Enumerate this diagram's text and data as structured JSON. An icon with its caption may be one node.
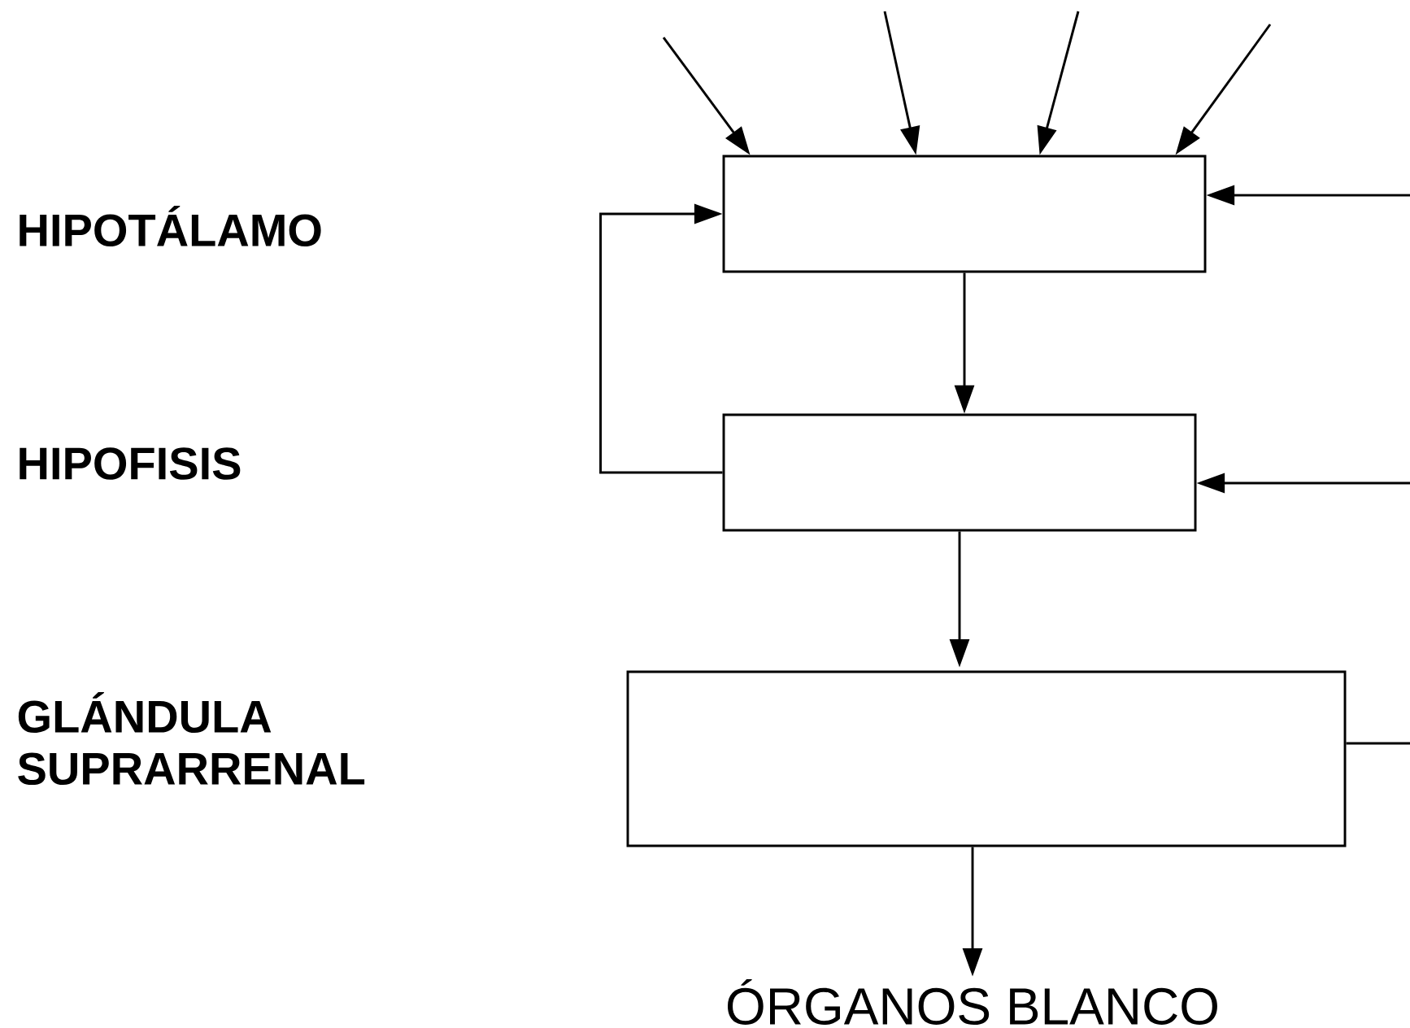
{
  "diagram": {
    "nodes": [
      {
        "text": [],
        "shape": "box"
      },
      {
        "text": [],
        "shape": "box"
      },
      {
        "text": [],
        "shape": "box"
      },
      {
        "text": [
          "ÓRGANOS BLANCO"
        ]
      }
    ],
    "edges": [
      {
        "from": null,
        "to": 0,
        "arrow": "to"
      },
      {
        "from": null,
        "to": 0,
        "arrow": "to"
      },
      {
        "from": null,
        "to": 0,
        "arrow": "to"
      },
      {
        "from": null,
        "to": 0,
        "arrow": "to"
      },
      {
        "from": null,
        "to": 0,
        "arrow": "to"
      },
      {
        "from": 0,
        "to": 1,
        "arrow": "to"
      },
      {
        "from": 1,
        "to": 0,
        "arrow": "to"
      },
      {
        "from": null,
        "to": 1,
        "arrow": "to"
      },
      {
        "from": 1,
        "to": 2,
        "arrow": "to"
      },
      {
        "from": 2,
        "to": null,
        "arrow": "none"
      },
      {
        "from": 2,
        "to": 3,
        "arrow": "to"
      }
    ],
    "labels": [
      "HIPOTÁLAMO",
      "HIPOFISIS",
      "GLÁNDULA SUPRARRENAL"
    ]
  }
}
